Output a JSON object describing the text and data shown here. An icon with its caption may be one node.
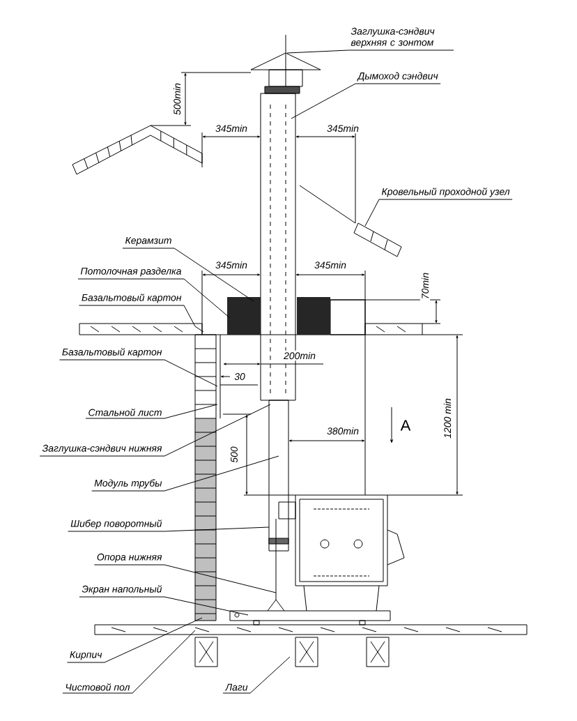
{
  "diagram": {
    "nodes": [
      {
        "text": [
          "Заглушка-сэндвич верхняя с зонтом"
        ]
      },
      {
        "text": [
          "Дымоход сэндвич"
        ]
      },
      {
        "text": [
          "Кровельный проходной узел"
        ]
      },
      {
        "text": [
          "Керамзит"
        ]
      },
      {
        "text": [
          "Потолочная разделка"
        ]
      },
      {
        "text": [
          "Базальтовый картон"
        ]
      },
      {
        "text": [
          "Базальтовый картон"
        ]
      },
      {
        "text": [
          "Стальной лист"
        ]
      },
      {
        "text": [
          "Заглушка-сэндвич нижняя"
        ]
      },
      {
        "text": [
          "Модуль трубы"
        ]
      },
      {
        "text": [
          "Шибер поворотный"
        ]
      },
      {
        "text": [
          "Опора нижняя"
        ]
      },
      {
        "text": [
          "Экран напольный"
        ]
      },
      {
        "text": [
          "Кирпич"
        ]
      },
      {
        "text": [
          "Чистовой пол"
        ]
      },
      {
        "text": [
          "Лаги"
        ]
      }
    ],
    "edges": [
      {
        "from": 0,
        "to": null,
        "arrow": "none"
      },
      {
        "from": 1,
        "to": null,
        "arrow": "none"
      },
      {
        "from": 2,
        "to": null,
        "arrow": "none"
      },
      {
        "from": 3,
        "to": null,
        "arrow": "none"
      },
      {
        "from": 4,
        "to": null,
        "arrow": "none"
      },
      {
        "from": 5,
        "to": null,
        "arrow": "none"
      },
      {
        "from": 6,
        "to": null,
        "arrow": "none"
      },
      {
        "from": 7,
        "to": null,
        "arrow": "none"
      },
      {
        "from": 8,
        "to": null,
        "arrow": "none"
      },
      {
        "from": 9,
        "to": null,
        "arrow": "none"
      },
      {
        "from": 10,
        "to": null,
        "arrow": "none"
      },
      {
        "from": 11,
        "to": null,
        "arrow": "none"
      },
      {
        "from": 12,
        "to": null,
        "arrow": "none"
      },
      {
        "from": 13,
        "to": null,
        "arrow": "none"
      },
      {
        "from": 14,
        "to": null,
        "arrow": "none"
      },
      {
        "from": 15,
        "to": null,
        "arrow": "none"
      }
    ],
    "labels": [
      "500min",
      "345min",
      "345min",
      "345min",
      "345min",
      "70min",
      "200min",
      "30",
      "A",
      "380min",
      "1200 min",
      "500"
    ]
  }
}
